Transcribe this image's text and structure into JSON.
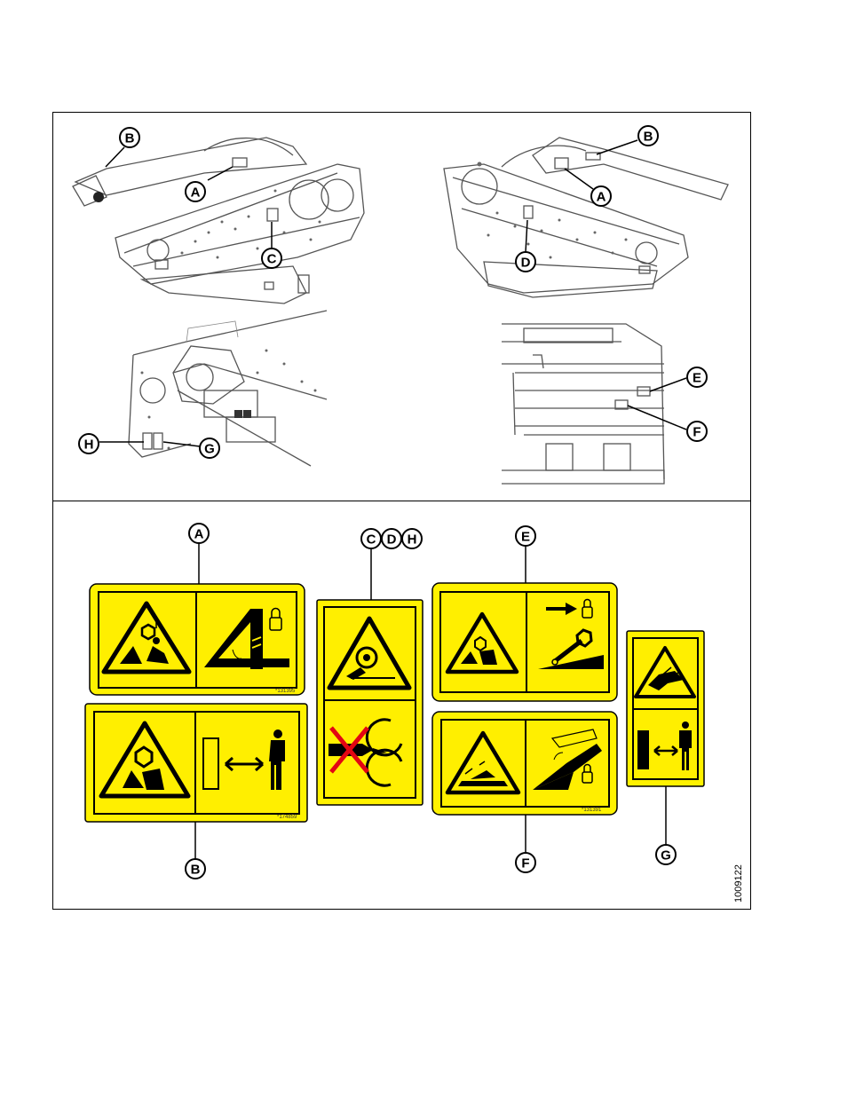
{
  "figure_id": "1009122",
  "callouts": {
    "top_left_b": "B",
    "top_left_a": "A",
    "top_left_c": "C",
    "top_right_b": "B",
    "top_right_a": "A",
    "top_right_d": "D",
    "mid_left_h": "H",
    "mid_left_g": "G",
    "mid_right_e": "E",
    "mid_right_f": "F",
    "decal_a": "A",
    "decal_b": "B",
    "decal_c": "C",
    "decal_d": "D",
    "decal_h": "H",
    "decal_e": "E",
    "decal_f": "F",
    "decal_g": "G"
  },
  "decal_codes": {
    "a": "*131395",
    "b": "*174859",
    "c": "",
    "e": "",
    "f": "*131391"
  },
  "colors": {
    "decal_yellow": "#fff200",
    "outline": "#000000",
    "red_cross": "#e30613"
  },
  "icons": [
    "crush-hazard-triangle-icon",
    "lift-arm-lock-icon",
    "keep-clear-person-icon",
    "entanglement-hazard-triangle-icon",
    "no-hands-rotating-icon",
    "cutting-hazard-triangle-icon",
    "reel-lock-icon",
    "hand-pinch-hazard-triangle-icon"
  ]
}
